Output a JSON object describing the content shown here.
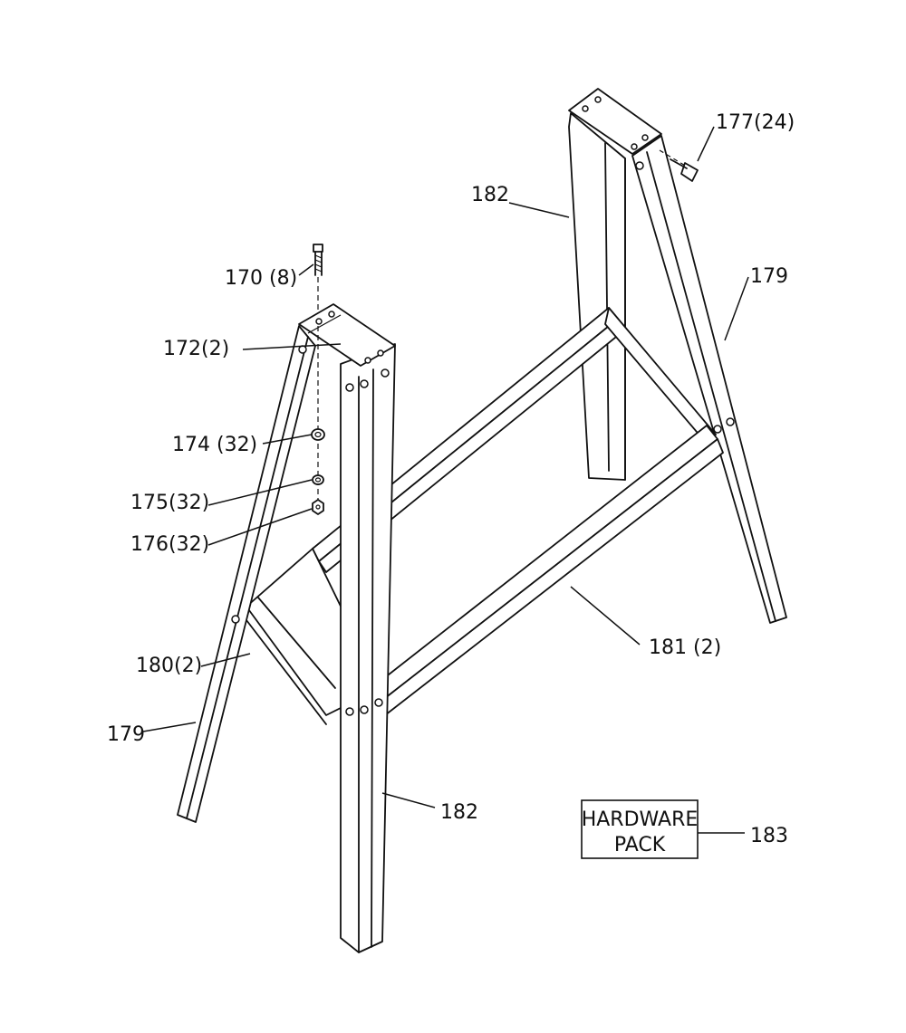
{
  "labels": {
    "p177": "177(24)",
    "p182_top": "182",
    "p170": "170 (8)",
    "p179_right": "179",
    "p172": "172(2)",
    "p174": "174 (32)",
    "p175": "175(32)",
    "p176": "176(32)",
    "p181": "181 (2)",
    "p180": "180(2)",
    "p179_left": "179",
    "p182_bottom": "182",
    "p183": "183"
  },
  "hardware_box": {
    "line1": "HARDWARE",
    "line2": "PACK"
  }
}
